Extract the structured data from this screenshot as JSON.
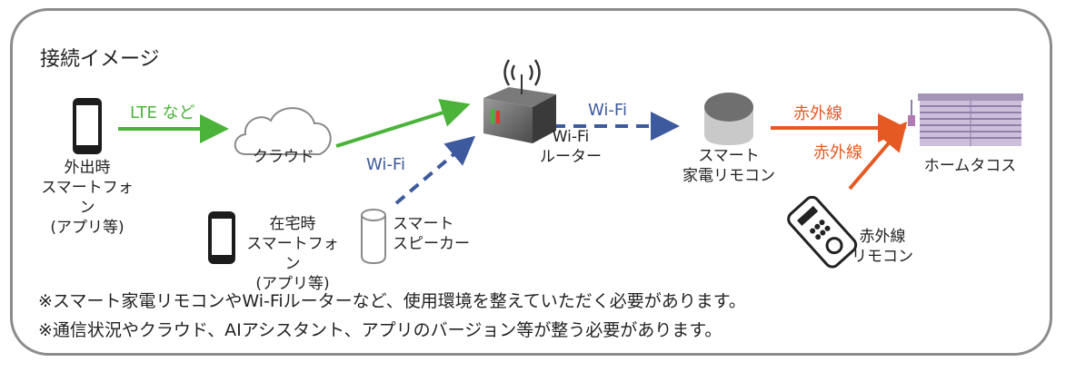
{
  "title": "接続イメージ",
  "nodes": {
    "phone_out": "外出時\nスマートフォン\n(アプリ等)",
    "cloud": "クラウド",
    "router": "Wi-Fi\nルーター",
    "smart_remote": "スマート\n家電リモコン",
    "blind": "ホームタコス",
    "phone_home": "在宅時\nスマートフォン\n(アプリ等)",
    "speaker": "スマート\nスピーカー",
    "ir_remote": "赤外線\nリモコン"
  },
  "links": {
    "lte": "LTE など",
    "wifi_router_remote": "Wi-Fi",
    "wifi_speaker_router": "Wi-Fi",
    "ir_remote_blind": "赤外線",
    "ir_handheld_blind": "赤外線"
  },
  "notes": [
    "※スマート家電リモコンやWi-Fiルーターなど、使用環境を整えていただく必要があります。",
    "※通信状況やクラウド、AIアシスタント、アプリのバージョン等が整う必要があります。"
  ],
  "colors": {
    "lte": "#4bb33a",
    "wifi": "#3d5a9e",
    "infrared": "#e55a22",
    "blind": "#8e7fa8"
  }
}
